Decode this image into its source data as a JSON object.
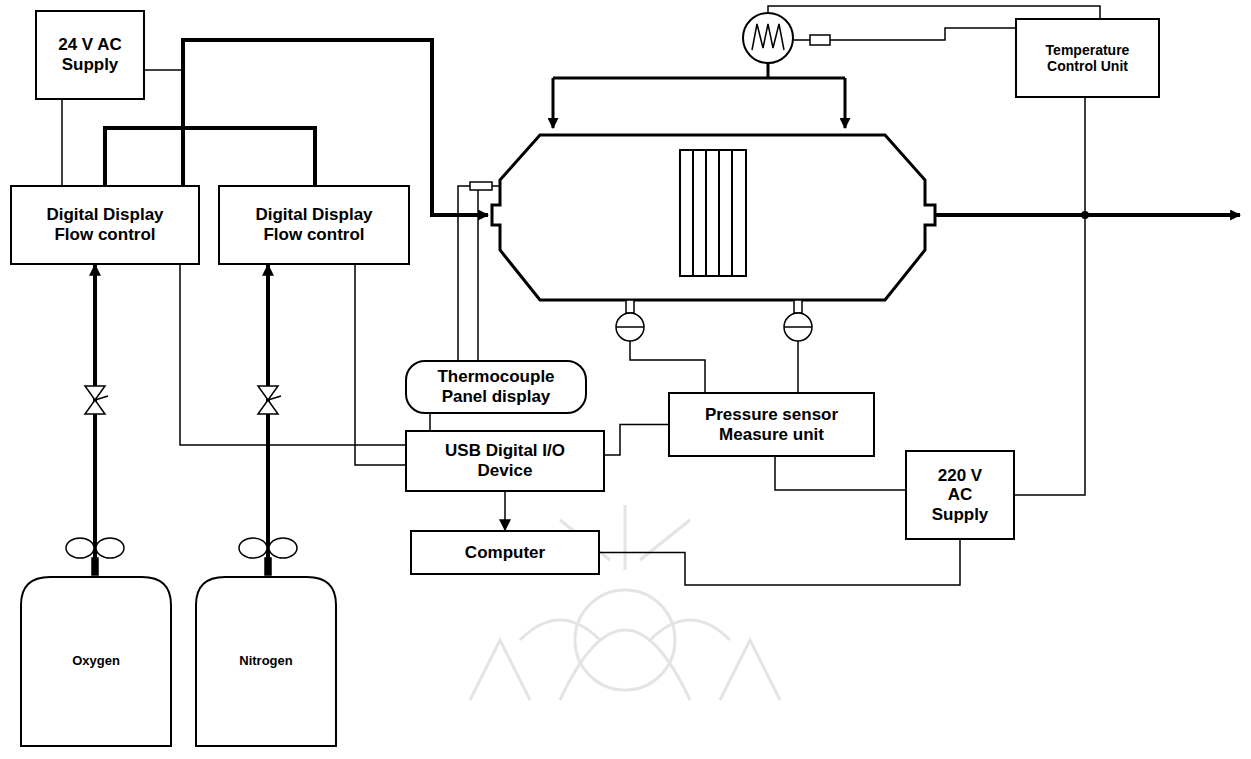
{
  "diagram": {
    "nodes": [
      {
        "text": [
          "24 V AC Supply"
        ]
      },
      {
        "text": [
          "Digital Display Flow control"
        ]
      },
      {
        "text": [
          "Digital Display Flow control"
        ]
      },
      {
        "text": [
          "Temperature Control Unit"
        ]
      },
      {
        "text": [
          "Thermocouple Panel display"
        ]
      },
      {
        "text": [
          "USB Digital I/O Device"
        ]
      },
      {
        "text": [
          "Pressure sensor Measure unit"
        ]
      },
      {
        "text": [
          "220 V AC Supply"
        ]
      },
      {
        "text": [
          "Computer"
        ]
      },
      {
        "text": [
          "Oxygen"
        ]
      },
      {
        "text": [
          "Nitrogen"
        ]
      }
    ],
    "edges": [
      {
        "from": 0,
        "to": 1,
        "arrow": "none"
      },
      {
        "from": 9,
        "to": 1,
        "arrow": "to"
      },
      {
        "from": 10,
        "to": 2,
        "arrow": "to"
      },
      {
        "from": 1,
        "to": 5,
        "arrow": "none"
      },
      {
        "from": 2,
        "to": 5,
        "arrow": "none"
      },
      {
        "from": 4,
        "to": 5,
        "arrow": "none"
      },
      {
        "from": 5,
        "to": 8,
        "arrow": "to"
      },
      {
        "from": 6,
        "to": 5,
        "arrow": "none"
      },
      {
        "from": 6,
        "to": 7,
        "arrow": "none"
      },
      {
        "from": 7,
        "to": 8,
        "arrow": "none"
      },
      {
        "from": 7,
        "to": 3,
        "arrow": "none"
      }
    ]
  }
}
